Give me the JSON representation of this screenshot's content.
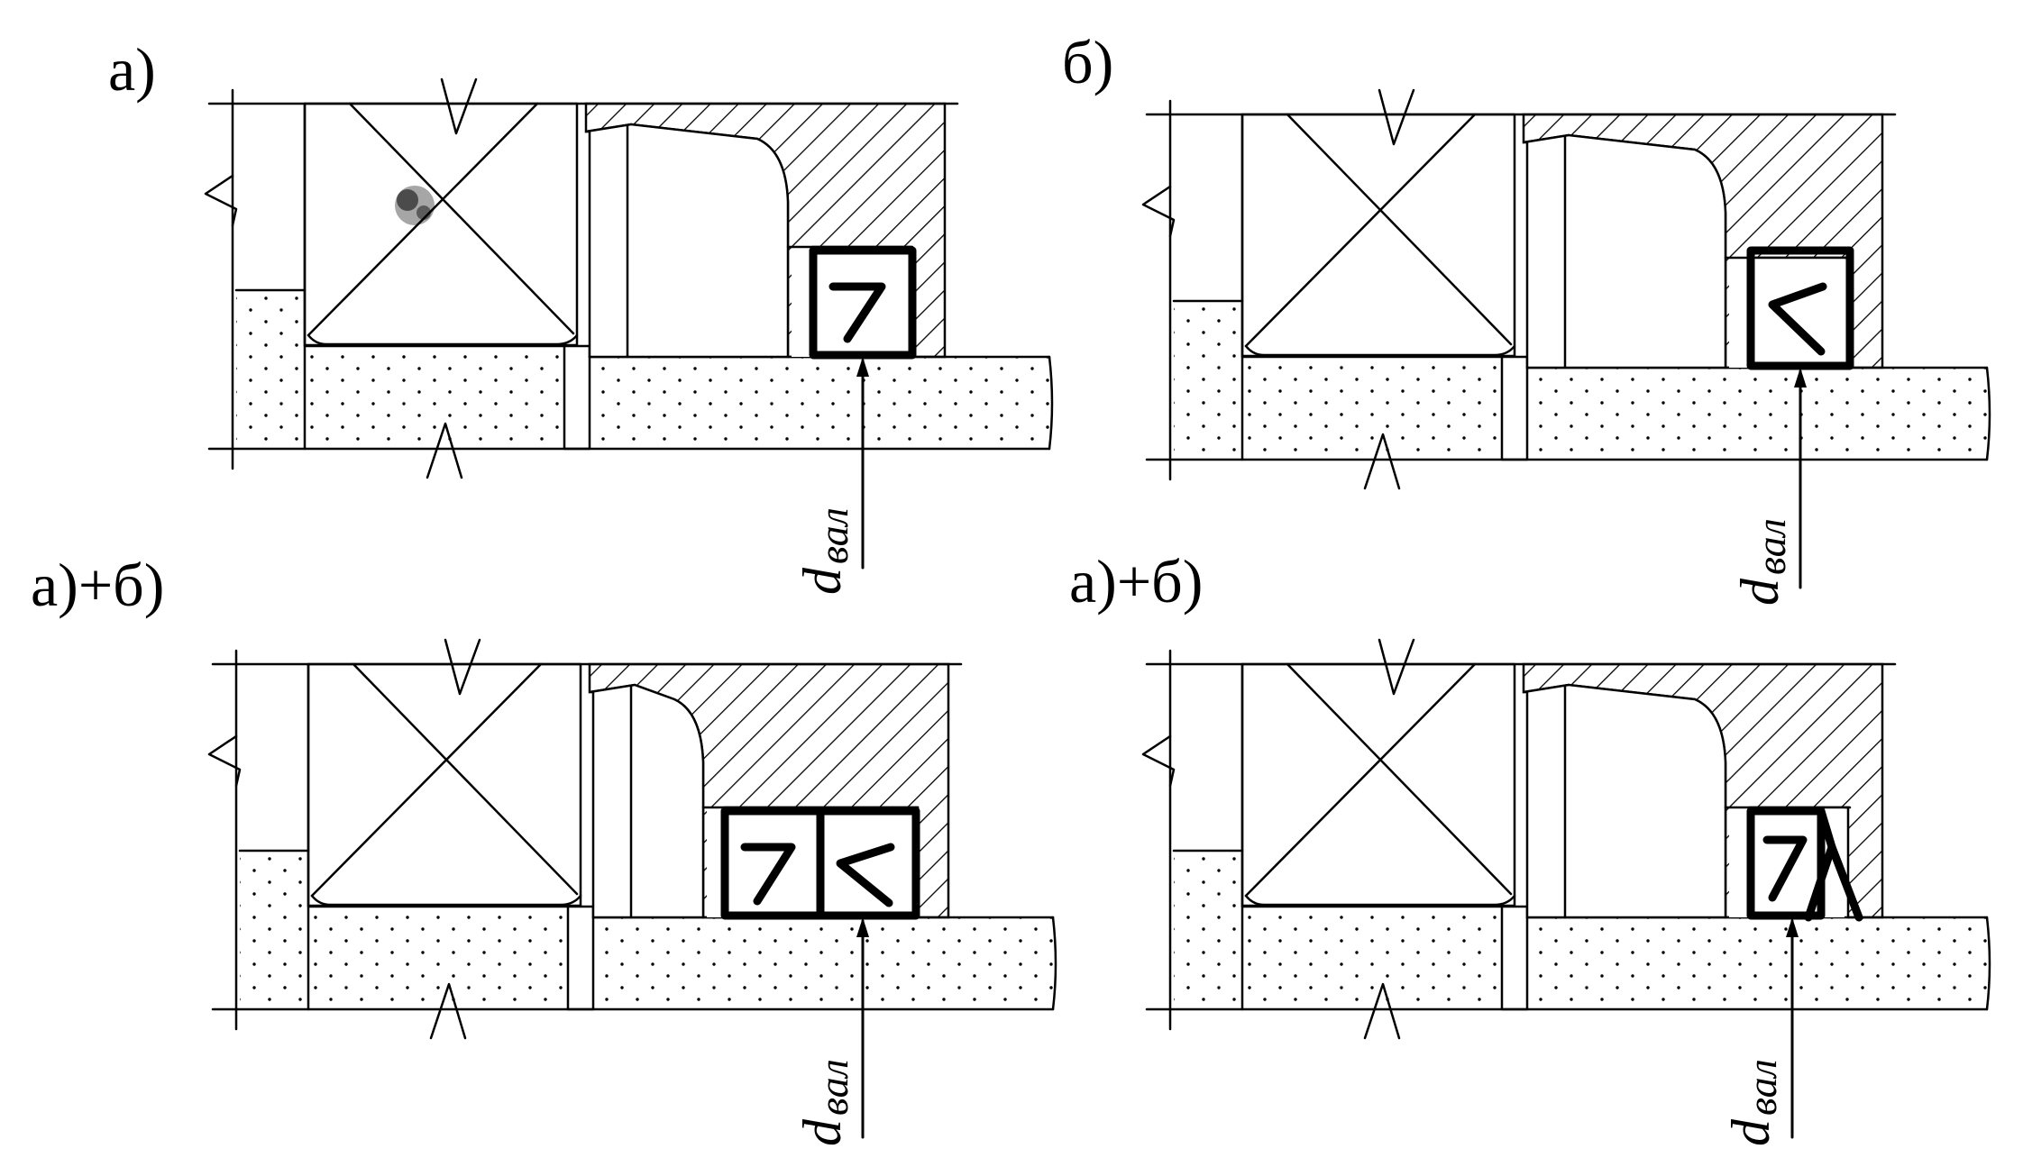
{
  "panels": [
    {
      "label": "а)",
      "seal": "single-left"
    },
    {
      "label": "б)",
      "seal": "single-right"
    },
    {
      "label": "а)+б)",
      "seal": "double"
    },
    {
      "label": "а)+б)",
      "seal": "combined"
    }
  ],
  "shaft_dimension": {
    "symbol": "d",
    "subscript": "вал"
  },
  "colors": {
    "ink": "#000000",
    "paper": "#ffffff"
  }
}
